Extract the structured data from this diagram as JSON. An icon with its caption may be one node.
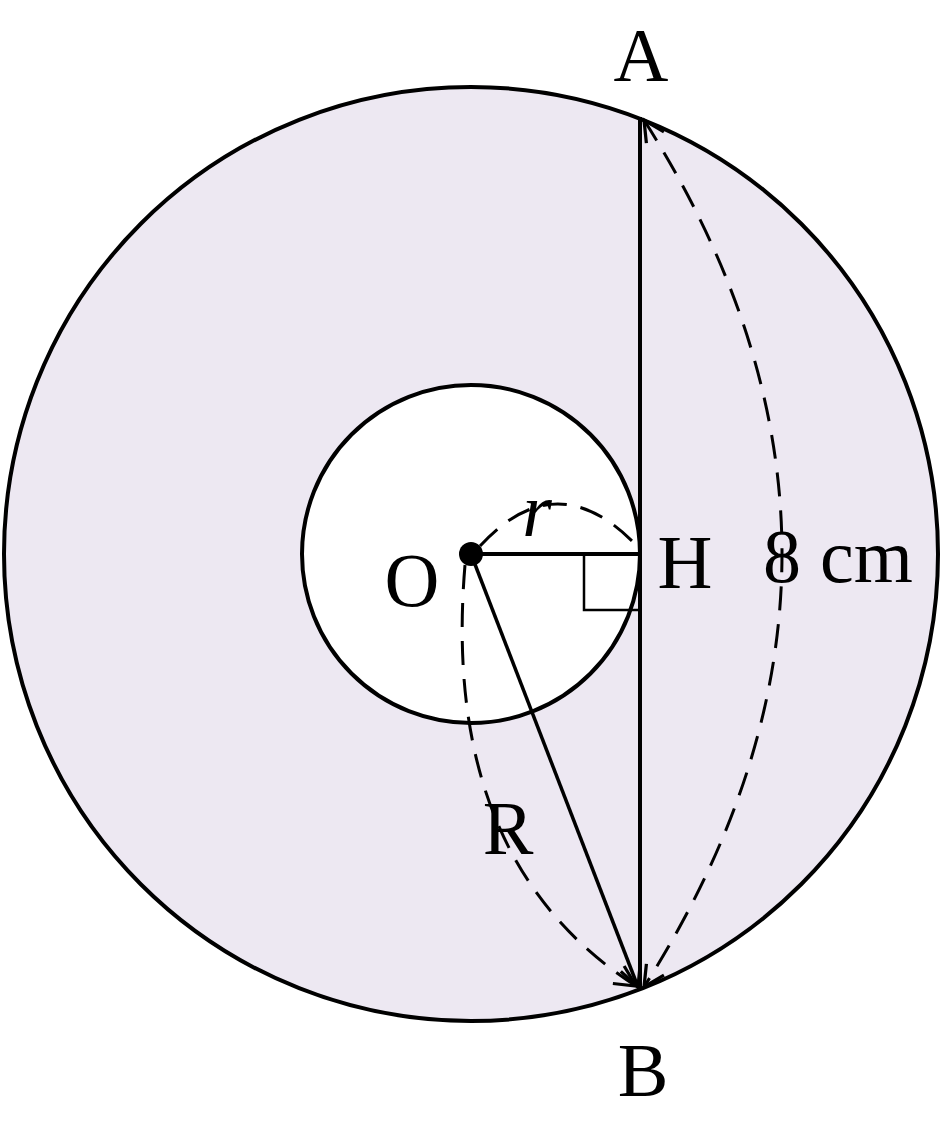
{
  "diagram": {
    "labels": [
      "A",
      "r",
      "O",
      "H",
      "8 cm",
      "R",
      "B"
    ]
  }
}
